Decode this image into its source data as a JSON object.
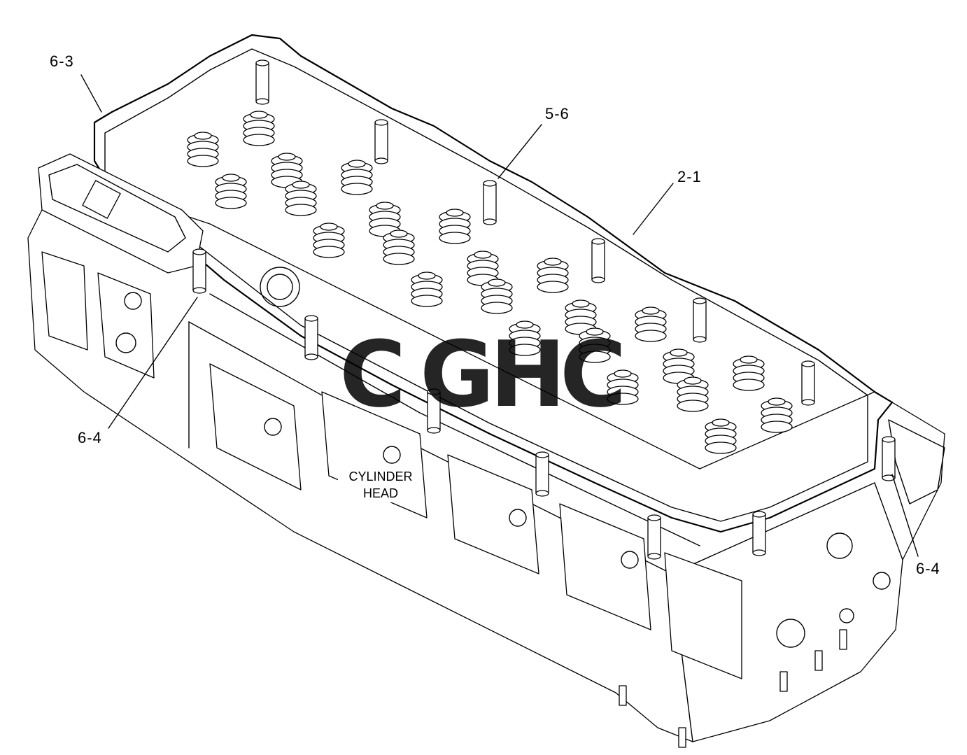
{
  "callouts": {
    "c1": "6-3",
    "c2": "5-6",
    "c3": "2-1",
    "c4": "6-4",
    "c5": "6-4"
  },
  "caption": {
    "line1": "CYLINDER",
    "line2": "HEAD"
  },
  "watermark": {
    "text": "CGHC",
    "letters": [
      "C",
      "G",
      "H",
      "C"
    ],
    "colors": [
      "#4a86e8",
      "#e8453c",
      "#f4c430",
      "#2e9e6a"
    ]
  }
}
